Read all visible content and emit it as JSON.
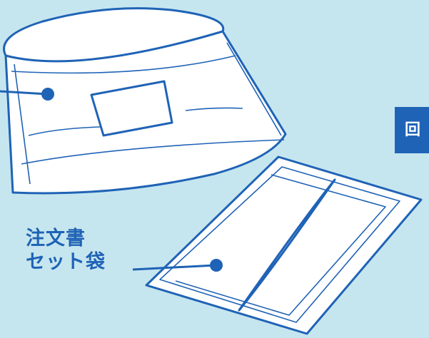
{
  "colors": {
    "background": "#c6e6ef",
    "line": "#1f63b6",
    "fill": "#ffffff",
    "accent": "#1f63b6"
  },
  "bag_label": {
    "line1": "注文書",
    "line2": "セット袋"
  },
  "side_tag": {
    "text": "回"
  }
}
